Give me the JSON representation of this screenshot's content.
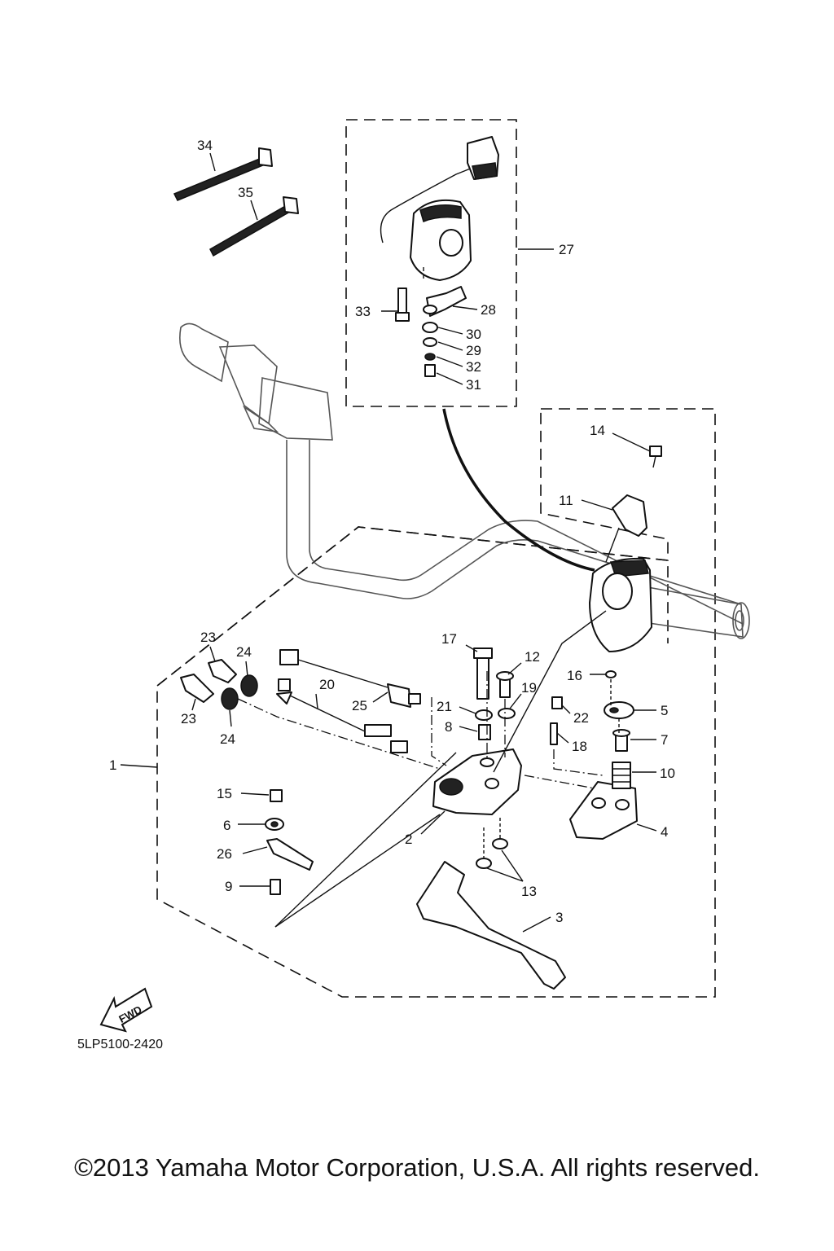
{
  "diagram": {
    "code": "5LP5100-2420",
    "copyright": "©2013 Yamaha Motor Corporation, U.S.A. All rights reserved.",
    "fwd_label": "FWD",
    "callouts": {
      "c1": "1",
      "c2": "2",
      "c3": "3",
      "c4": "4",
      "c5": "5",
      "c6": "6",
      "c7": "7",
      "c8": "8",
      "c9": "9",
      "c10": "10",
      "c11": "11",
      "c12": "12",
      "c13": "13",
      "c14": "14",
      "c15": "15",
      "c16": "16",
      "c17": "17",
      "c18": "18",
      "c19": "19",
      "c20": "20",
      "c21": "21",
      "c22": "22",
      "c23a": "23",
      "c23b": "23",
      "c24a": "24",
      "c24b": "24",
      "c25": "25",
      "c26": "26",
      "c27": "27",
      "c28": "28",
      "c29": "29",
      "c30": "30",
      "c31": "31",
      "c32": "32",
      "c33": "33",
      "c34": "34",
      "c35": "35"
    }
  }
}
